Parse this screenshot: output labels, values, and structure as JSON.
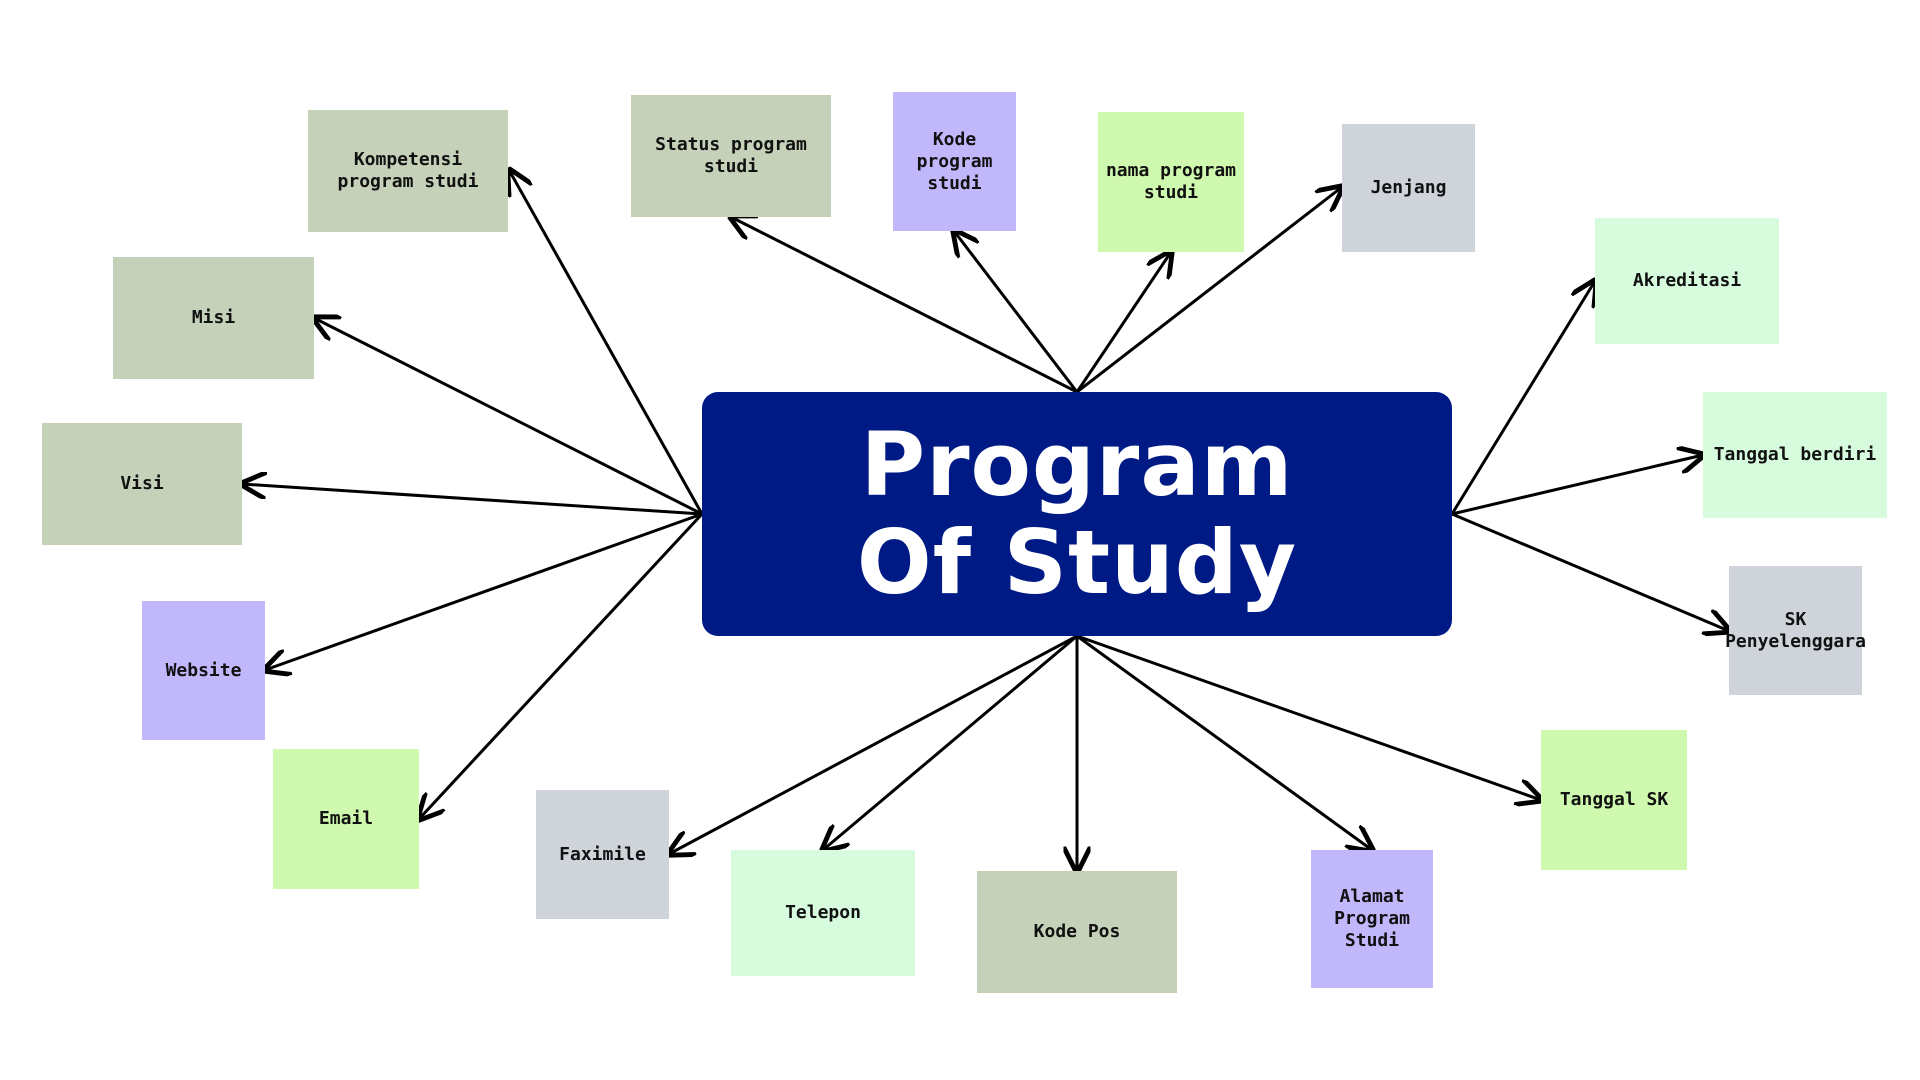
{
  "center": {
    "label": "Program Of Study",
    "color": "#001a85"
  },
  "nodes": [
    {
      "id": "kompetensi",
      "label": "Kompetensi program studi",
      "color": "#c5d1b9"
    },
    {
      "id": "status",
      "label": "Status program studi",
      "color": "#c5d1b9"
    },
    {
      "id": "kode",
      "label": "Kode program studi",
      "color": "#c0b8fb"
    },
    {
      "id": "nama",
      "label": "nama program studi",
      "color": "#cff9ae"
    },
    {
      "id": "jenjang",
      "label": "Jenjang",
      "color": "#cfd4db"
    },
    {
      "id": "misi",
      "label": "Misi",
      "color": "#c5d1b9"
    },
    {
      "id": "visi",
      "label": "Visi",
      "color": "#c5d1b9"
    },
    {
      "id": "website",
      "label": "Website",
      "color": "#c0b8fb"
    },
    {
      "id": "email",
      "label": "Email",
      "color": "#cff9ae"
    },
    {
      "id": "faximile",
      "label": "Faximile",
      "color": "#cfd4db"
    },
    {
      "id": "telepon",
      "label": "Telepon",
      "color": "#d7fbdd"
    },
    {
      "id": "kodepos",
      "label": "Kode Pos",
      "color": "#c5d1b9"
    },
    {
      "id": "alamat",
      "label": "Alamat Program Studi",
      "color": "#c0b8fb"
    },
    {
      "id": "tanggalsk",
      "label": "Tanggal SK",
      "color": "#cff9ae"
    },
    {
      "id": "akreditasi",
      "label": "Akreditasi",
      "color": "#d7fbdd"
    },
    {
      "id": "tanggalberdiri",
      "label": "Tanggal berdiri",
      "color": "#d7fbdd"
    },
    {
      "id": "sk",
      "label": "SK Penyelenggara",
      "color": "#cfd4db"
    }
  ]
}
